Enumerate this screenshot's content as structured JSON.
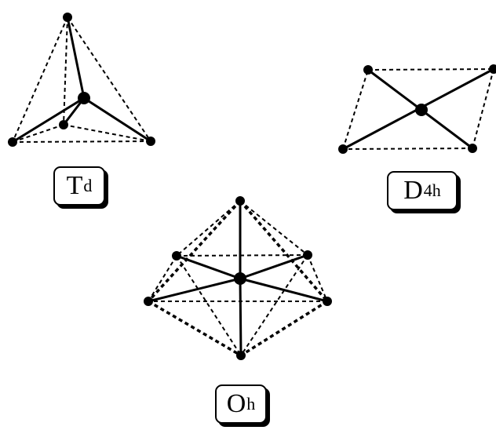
{
  "labels": {
    "td": {
      "main": "T",
      "sub": "d"
    },
    "d4h": {
      "main": "D",
      "sub": "4h"
    },
    "oh": {
      "main": "O",
      "sub": "h"
    }
  },
  "colors": {
    "line": "#000000",
    "background": "#ffffff"
  }
}
